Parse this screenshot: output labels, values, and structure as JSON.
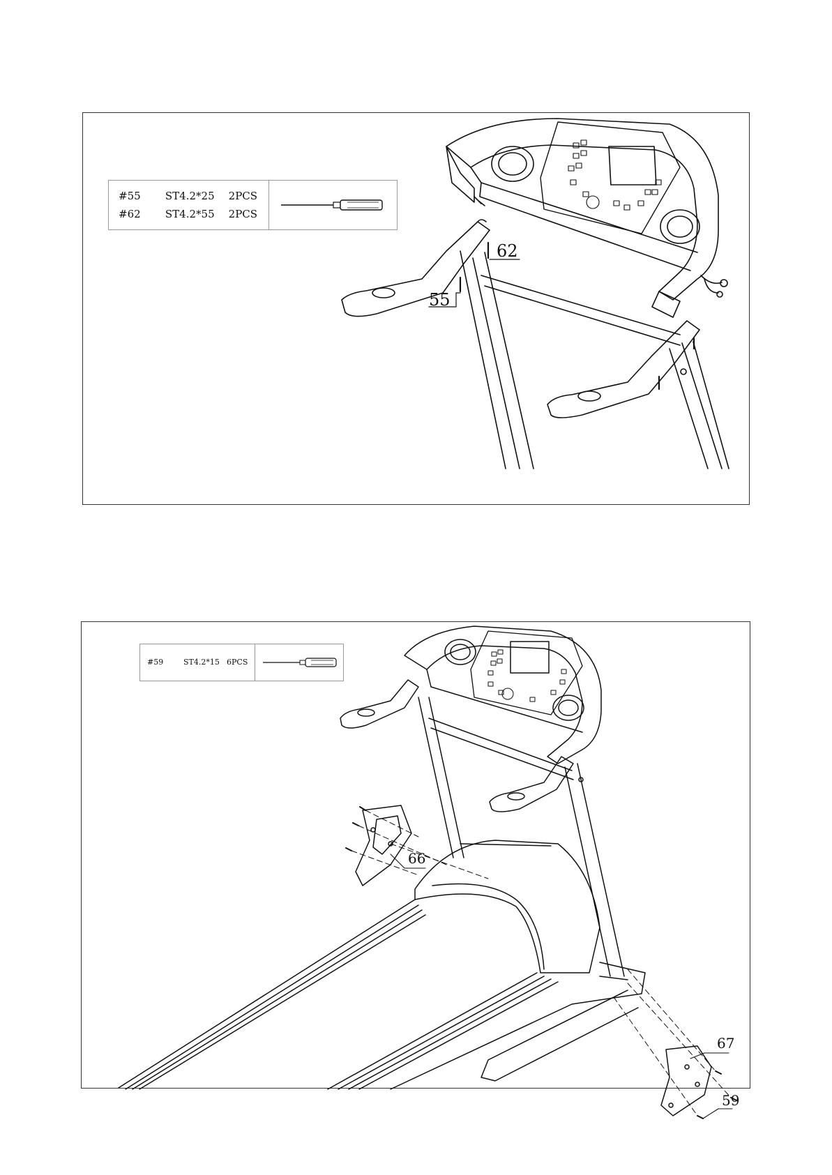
{
  "step1": {
    "parts": [
      {
        "id": "#55",
        "spec": "ST4.2*25",
        "qty": "2PCS"
      },
      {
        "id": "#62",
        "spec": "ST4.2*55",
        "qty": "2PCS"
      }
    ],
    "tool_icon": "screwdriver-icon",
    "callouts": {
      "screw_62": "62",
      "screw_55": "55"
    }
  },
  "step2": {
    "parts": [
      {
        "id": "#59",
        "spec": "ST4.2*15",
        "qty": "6PCS"
      }
    ],
    "tool_icon": "screwdriver-icon",
    "callouts": {
      "cover_left": "66",
      "cover_right": "67",
      "screws": "59"
    }
  }
}
